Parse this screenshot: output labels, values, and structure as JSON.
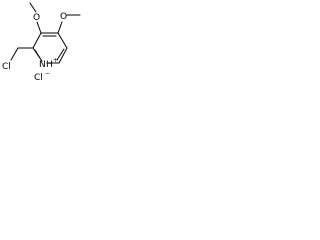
{
  "molecule": {
    "atoms": {
      "oxygen_left": "O",
      "oxygen_right": "O",
      "chlorine": "Cl",
      "ring_nitrogen": "N",
      "ring_hydrogen": "H",
      "ring_charge": "+",
      "counter_ion": "Cl",
      "counter_charge": "−"
    }
  }
}
